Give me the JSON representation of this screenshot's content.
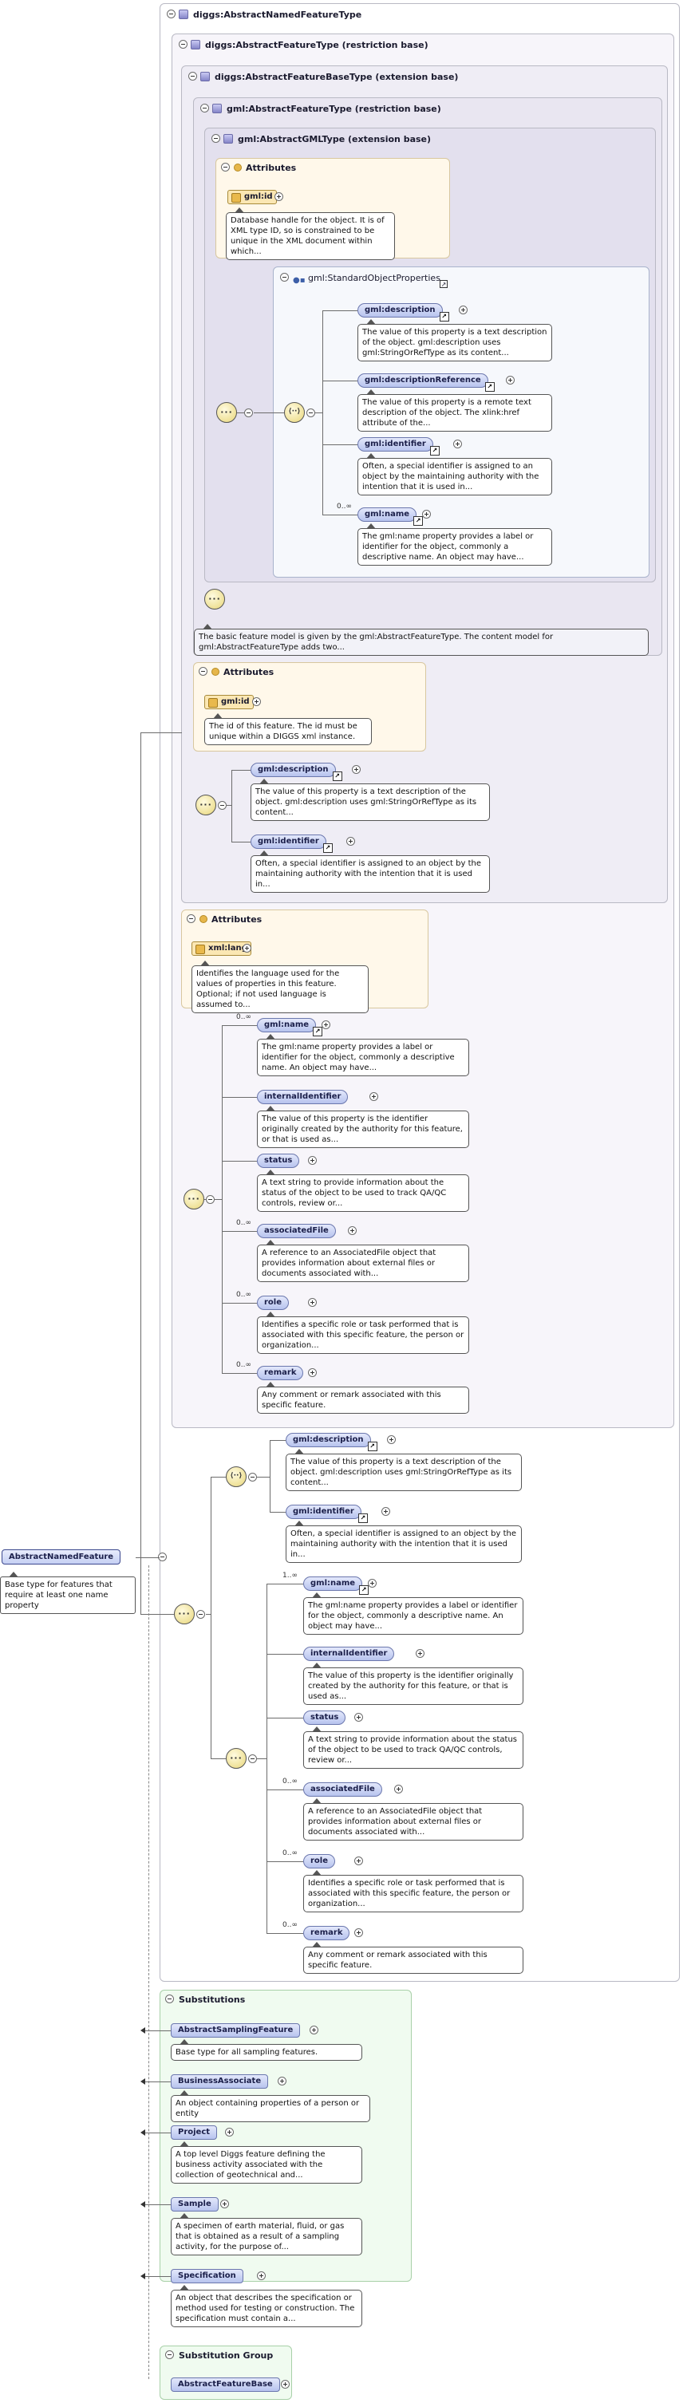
{
  "root": {
    "name": "AbstractNamedFeature",
    "doc": "Base type for features that require at least one name property"
  },
  "types": {
    "outer": "diggs:AbstractNamedFeatureType",
    "afType": "diggs:AbstractFeatureType (restriction base)",
    "afbType": "diggs:AbstractFeatureBaseType (extension base)",
    "gmlAfType": "gml:AbstractFeatureType (restriction base)",
    "gmlGmlType": "gml:AbstractGMLType (extension base)",
    "sop": "gml:StandardObjectProperties"
  },
  "labels": {
    "attributes": "Attributes",
    "substitutions": "Substitutions",
    "substitution_group": "Substitution Group"
  },
  "gml_attr": {
    "name": "gml:id",
    "doc": "Database handle for the object. It is of XML type ID, so is constrained to be unique in the XML document within which..."
  },
  "sop_items": [
    {
      "name": "gml:description",
      "doc": "The value of this property is a text description of the object. gml:description uses gml:StringOrRefType as its content..."
    },
    {
      "name": "gml:descriptionReference",
      "doc": "The value of this property is a remote text description of the object. The xlink:href attribute of the..."
    },
    {
      "name": "gml:identifier",
      "doc": "Often, a special identifier is assigned to an object by the maintaining authority with the intention that it is used in..."
    },
    {
      "name": "gml:name",
      "occ": "0..∞",
      "doc": "The gml:name property provides a label or identifier for the object, commonly a descriptive name. An object may have..."
    }
  ],
  "gml_af_doc": "The basic feature model is given by the gml:AbstractFeatureType. The content model for gml:AbstractFeatureType adds two...",
  "afb_attr": {
    "name": "gml:id",
    "doc": "The id of this feature. The id must be unique within a DIGGS xml instance."
  },
  "afb_items": [
    {
      "name": "gml:description",
      "doc": "The value of this property is a text description of the object. gml:description uses gml:StringOrRefType as its content..."
    },
    {
      "name": "gml:identifier",
      "doc": "Often, a special identifier is assigned to an object by the maintaining authority with the intention that it is used in..."
    }
  ],
  "af_attr": {
    "name": "xml:lang",
    "doc": "Identifies the language used for the values of properties in this feature. Optional; if not used language is assumed to..."
  },
  "af_items": [
    {
      "name": "gml:name",
      "occ": "0..∞",
      "doc": "The gml:name property provides a label or identifier for the object, commonly a descriptive name. An object may have..."
    },
    {
      "name": "internalIdentifier",
      "occ": "",
      "doc": "The value of this property is the identifier originally created by the authority for this feature, or that is used as..."
    },
    {
      "name": "status",
      "occ": "",
      "doc": "A text string to provide information about the status of the object to be used to track QA/QC controls, review or..."
    },
    {
      "name": "associatedFile",
      "occ": "0..∞",
      "doc": "A reference to an AssociatedFile object that provides information about external files or documents associated with..."
    },
    {
      "name": "role",
      "occ": "0..∞",
      "doc": "Identifies a specific role or task performed that is associated with this specific feature, the person or organization..."
    },
    {
      "name": "remark",
      "occ": "0..∞",
      "doc": "Any comment or remark associated with this specific feature."
    }
  ],
  "top_items": [
    {
      "name": "gml:description",
      "doc": "The value of this property is a text description of the object. gml:description uses gml:StringOrRefType as its content..."
    },
    {
      "name": "gml:identifier",
      "doc": "Often, a special identifier is assigned to an object by the maintaining authority with the intention that it is used in..."
    }
  ],
  "bottom_items": [
    {
      "name": "gml:name",
      "occ": "1..∞",
      "doc": "The gml:name property provides a label or identifier for the object, commonly a descriptive name. An object may have..."
    },
    {
      "name": "internalIdentifier",
      "occ": "",
      "doc": "The value of this property is the identifier originally created by the authority for this feature, or that is used as..."
    },
    {
      "name": "status",
      "occ": "",
      "doc": "A text string to provide information about the status of the object to be used to track QA/QC controls, review or..."
    },
    {
      "name": "associatedFile",
      "occ": "0..∞",
      "doc": "A reference to an AssociatedFile object that provides information about external files or documents associated with..."
    },
    {
      "name": "role",
      "occ": "0..∞",
      "doc": "Identifies a specific role or task performed that is associated with this specific feature, the person or organization..."
    },
    {
      "name": "remark",
      "occ": "0..∞",
      "doc": "Any comment or remark associated with this specific feature."
    }
  ],
  "substitutions": [
    {
      "name": "AbstractSamplingFeature",
      "doc": "Base type for all sampling features."
    },
    {
      "name": "BusinessAssociate",
      "doc": "An object containing properties of a person or entity"
    },
    {
      "name": "Project",
      "doc": "A top level Diggs feature defining the business activity associated with the collection of geotechnical and..."
    },
    {
      "name": "Sample",
      "doc": "A specimen of earth material, fluid, or gas that is obtained as a result of a sampling activity, for the purpose of..."
    },
    {
      "name": "Specification",
      "doc": "An object that describes the specification or method used for testing or construction. The specification must contain a..."
    }
  ],
  "substitution_group": "AbstractFeatureBase"
}
